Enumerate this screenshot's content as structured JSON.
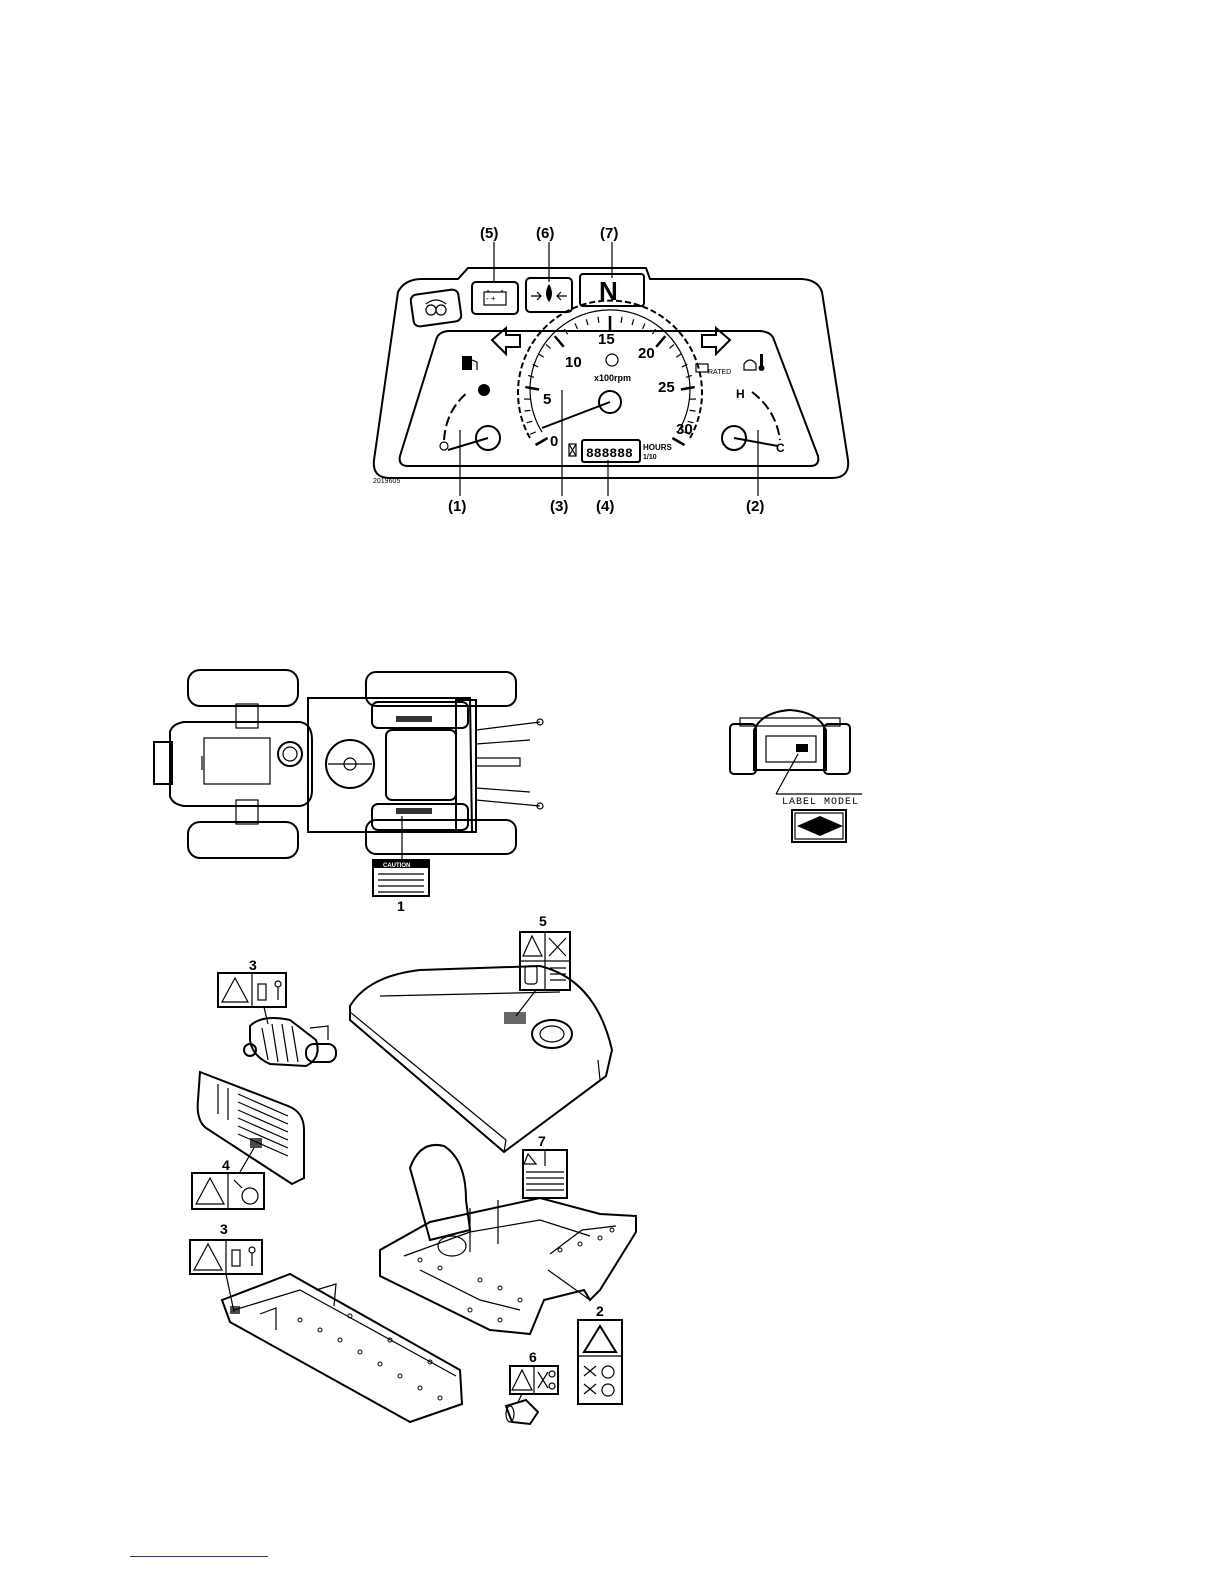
{
  "dashboard": {
    "callouts": [
      "(1)",
      "(2)",
      "(3)",
      "(4)",
      "(5)",
      "(6)",
      "(7)"
    ],
    "figure_code": "2019605",
    "tach_ticks": [
      "0",
      "5",
      "10",
      "15",
      "20",
      "25",
      "30"
    ],
    "tach_unit": "x100rpm",
    "rated_label": "RATED",
    "hour_meter_value": "888888",
    "hours_label": "HOURS",
    "hours_sub": "1/10",
    "neutral_indicator": "N",
    "temp_hot_mark": "H",
    "temp_cold_mark": "C"
  },
  "labels_diagram": {
    "caution_title": "CAUTION",
    "label_model_text": "LABEL MODEL",
    "item_numbers": [
      "1",
      "2",
      "3",
      "3",
      "4",
      "5",
      "6",
      "7"
    ]
  },
  "icons": [
    "glow-plug-icon",
    "battery-icon",
    "oil-pressure-icon",
    "fuel-pump-icon",
    "coolant-temp-icon",
    "turn-left-arrow-icon",
    "turn-right-arrow-icon",
    "hourglass-icon",
    "warning-triangle-icon"
  ]
}
